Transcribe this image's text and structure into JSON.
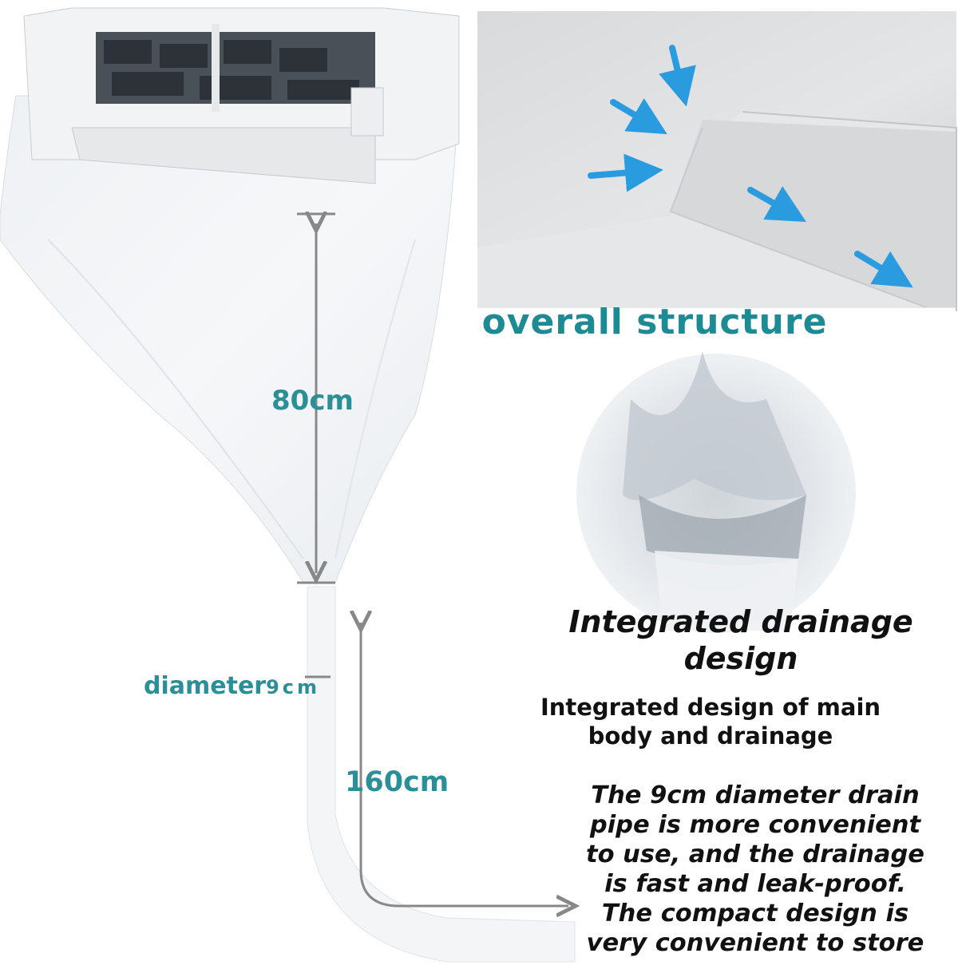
{
  "labels": {
    "height_measure": "80cm",
    "diameter_word": "diameter",
    "diameter_value": "9cm",
    "hose_length": "160cm"
  },
  "structure_title": "overall structure",
  "drainage_title": "Integrated drainage design",
  "drainage_subtitle": "Integrated design of main body and drainage",
  "description_lines": [
    "The 9cm diameter drain",
    "pipe is more convenient",
    "to use, and the drainage",
    "is fast and leak-proof.",
    "The compact design is",
    "very convenient to store"
  ],
  "colors": {
    "teal_text": "#2a8f96",
    "arrow_blue": "#2b9be0",
    "measure_gray": "#888888"
  }
}
